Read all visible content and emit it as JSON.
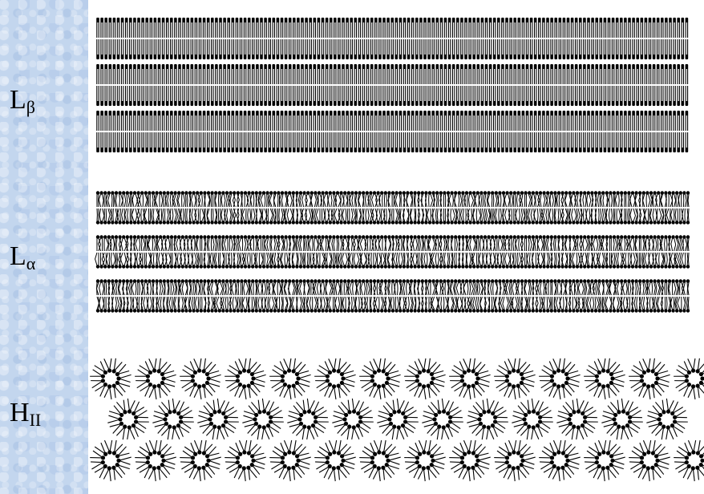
{
  "phases": [
    {
      "id": "beta",
      "symbol": "L",
      "subscript": "β"
    },
    {
      "id": "alpha",
      "symbol": "L",
      "subscript": "α"
    },
    {
      "id": "hex",
      "symbol": "H",
      "subscript": "II"
    }
  ],
  "colors": {
    "ink": "#000000",
    "panel": "#ffffff",
    "background": "#c3d6ee"
  }
}
